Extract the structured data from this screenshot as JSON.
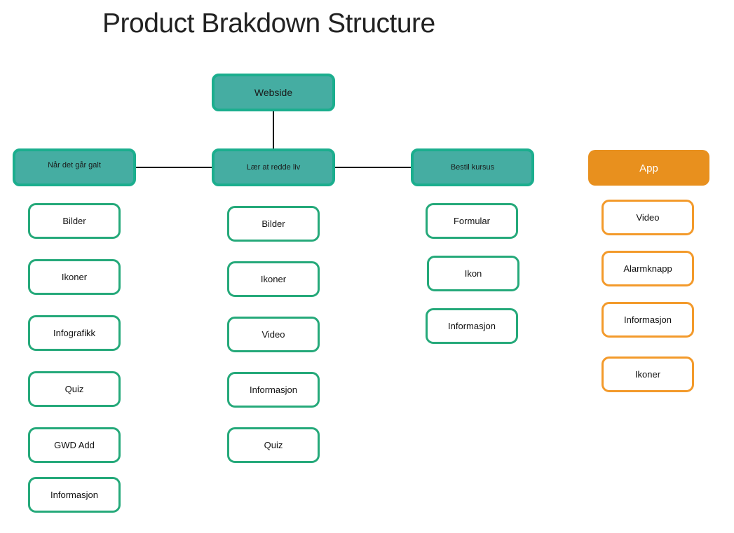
{
  "title": "Product Brakdown Structure",
  "root": {
    "label": "Webside"
  },
  "branches": [
    {
      "label": "Når det går galt",
      "items": [
        "Bilder",
        "Ikoner",
        "Infografikk",
        "Quiz",
        "GWD Add",
        "Informasjon"
      ]
    },
    {
      "label": "Lær at redde liv",
      "items": [
        "Bilder",
        "Ikoner",
        "Video",
        "Informasjon",
        "Quiz"
      ]
    },
    {
      "label": "Bestil kursus",
      "items": [
        "Formular",
        "Ikon",
        "Informasjon"
      ]
    }
  ],
  "app": {
    "label": "App",
    "items": [
      "Video",
      "Alarmknapp",
      "Informasjon",
      "Ikoner"
    ]
  },
  "colors": {
    "teal_fill": "#45ada2",
    "teal_border": "#1bae8e",
    "green_border": "#25a97a",
    "orange": "#e8901e",
    "orange_border": "#f39a2b"
  }
}
